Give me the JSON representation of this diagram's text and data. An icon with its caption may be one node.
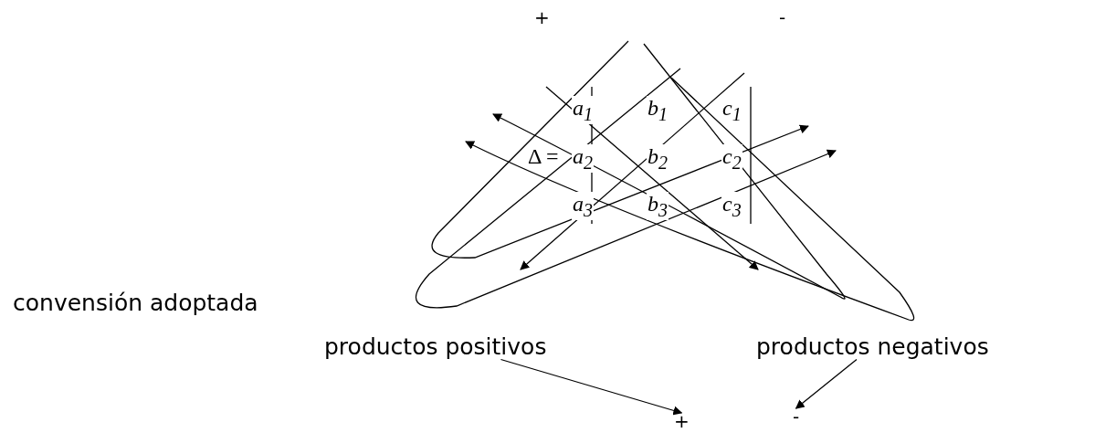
{
  "diagram": {
    "nodes": [
      {
        "text": [
          "productos positivos"
        ]
      },
      {
        "text": [
          "productos negativos"
        ]
      },
      {
        "text": [
          "+"
        ]
      },
      {
        "text": [
          "-"
        ]
      }
    ],
    "edges": [
      {
        "from": 0,
        "to": 2,
        "arrow": "to"
      },
      {
        "from": 1,
        "to": 3,
        "arrow": "to"
      }
    ],
    "labels": [
      "+",
      "-",
      "a$_{1}$",
      "b$_{1}$",
      "c$_{1}$",
      "Δ =",
      "a$_{2}$",
      "b$_{2}$",
      "c$_{2}$",
      "a$_{3}$",
      "b$_{3}$",
      "c$_{3}$",
      "convensión adoptada"
    ]
  }
}
